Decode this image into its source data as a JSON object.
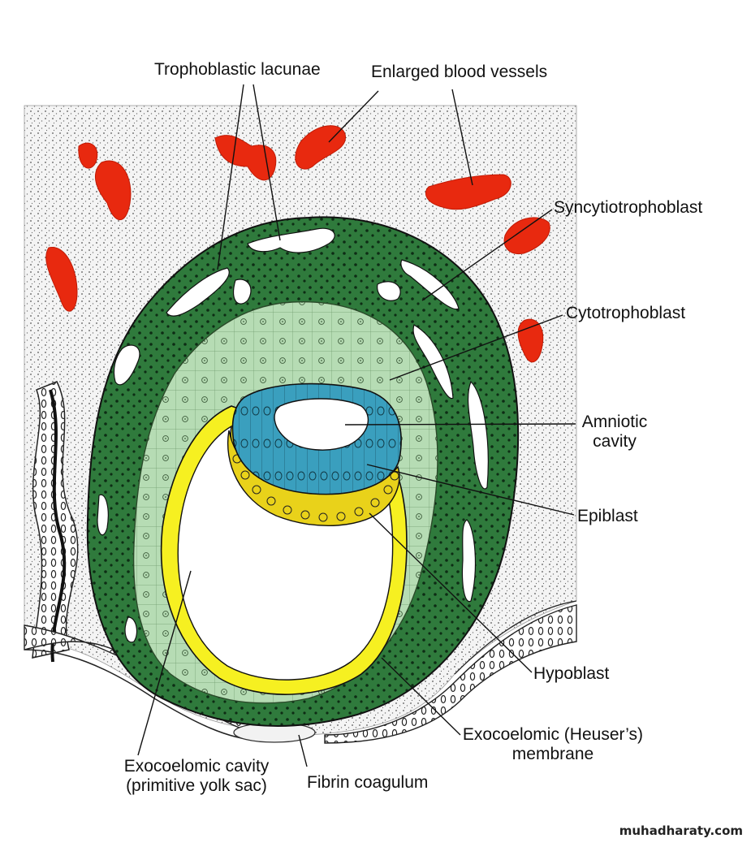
{
  "labels": {
    "trophoblastic_lacunae": "Trophoblastic lacunae",
    "enlarged_blood_vessels": "Enlarged blood vessels",
    "syncytiotrophoblast": "Syncytiotrophoblast",
    "cytotrophoblast": "Cytotrophoblast",
    "amniotic_cavity_line1": "Amniotic",
    "amniotic_cavity_line2": "cavity",
    "epiblast": "Epiblast",
    "hypoblast": "Hypoblast",
    "exocoelomic_membrane_line1": "Exocoelomic (Heuser’s)",
    "exocoelomic_membrane_line2": "membrane",
    "exocoelomic_cavity_line1": "Exocoelomic cavity",
    "exocoelomic_cavity_line2": "(primitive yolk sac)",
    "fibrin_coagulum": "Fibrin coagulum"
  },
  "watermark": "muhadharaty.com",
  "colors": {
    "blood_vessel": "#e8290f",
    "syncytiotrophoblast": "#2f7a3c",
    "cytotrophoblast": "#b6dcb4",
    "epiblast": "#3a9fbe",
    "hypoblast": "#e9d21a",
    "exocoelomic_membrane": "#f6f021",
    "endometrium_stipple": "#e8e8e8"
  }
}
